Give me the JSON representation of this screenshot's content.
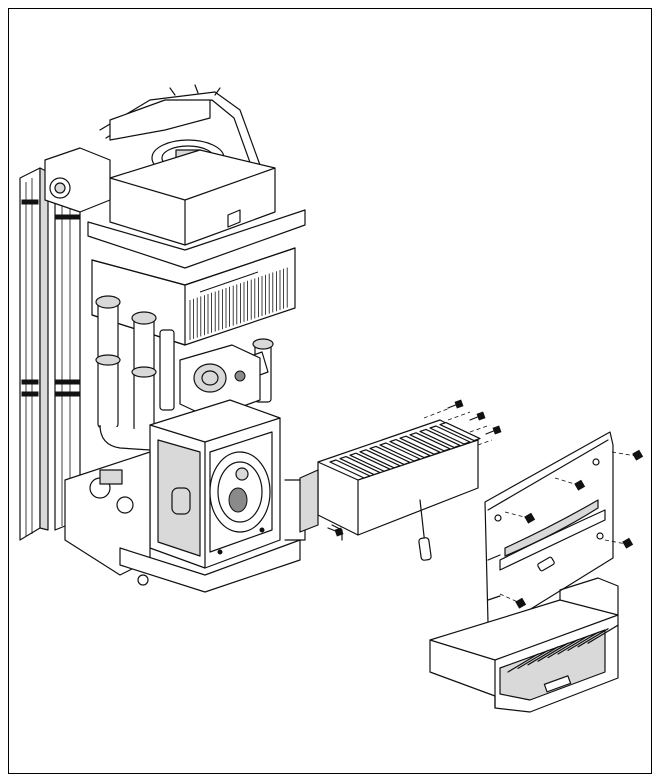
{
  "figure": {
    "components": [
      {
        "name": "boiler-assembly"
      },
      {
        "name": "burner-assembly"
      },
      {
        "name": "combustion-chamber-front-cover"
      },
      {
        "name": "bottom-tray"
      },
      {
        "name": "fixing-screws"
      }
    ],
    "screws": [
      {
        "part": "burner",
        "count": 4
      },
      {
        "part": "front-cover",
        "count": 5
      }
    ],
    "colors": {
      "line": "#111111",
      "shade": "#d9d9d9",
      "dark": "#8a8a8a",
      "background": "#ffffff"
    }
  }
}
